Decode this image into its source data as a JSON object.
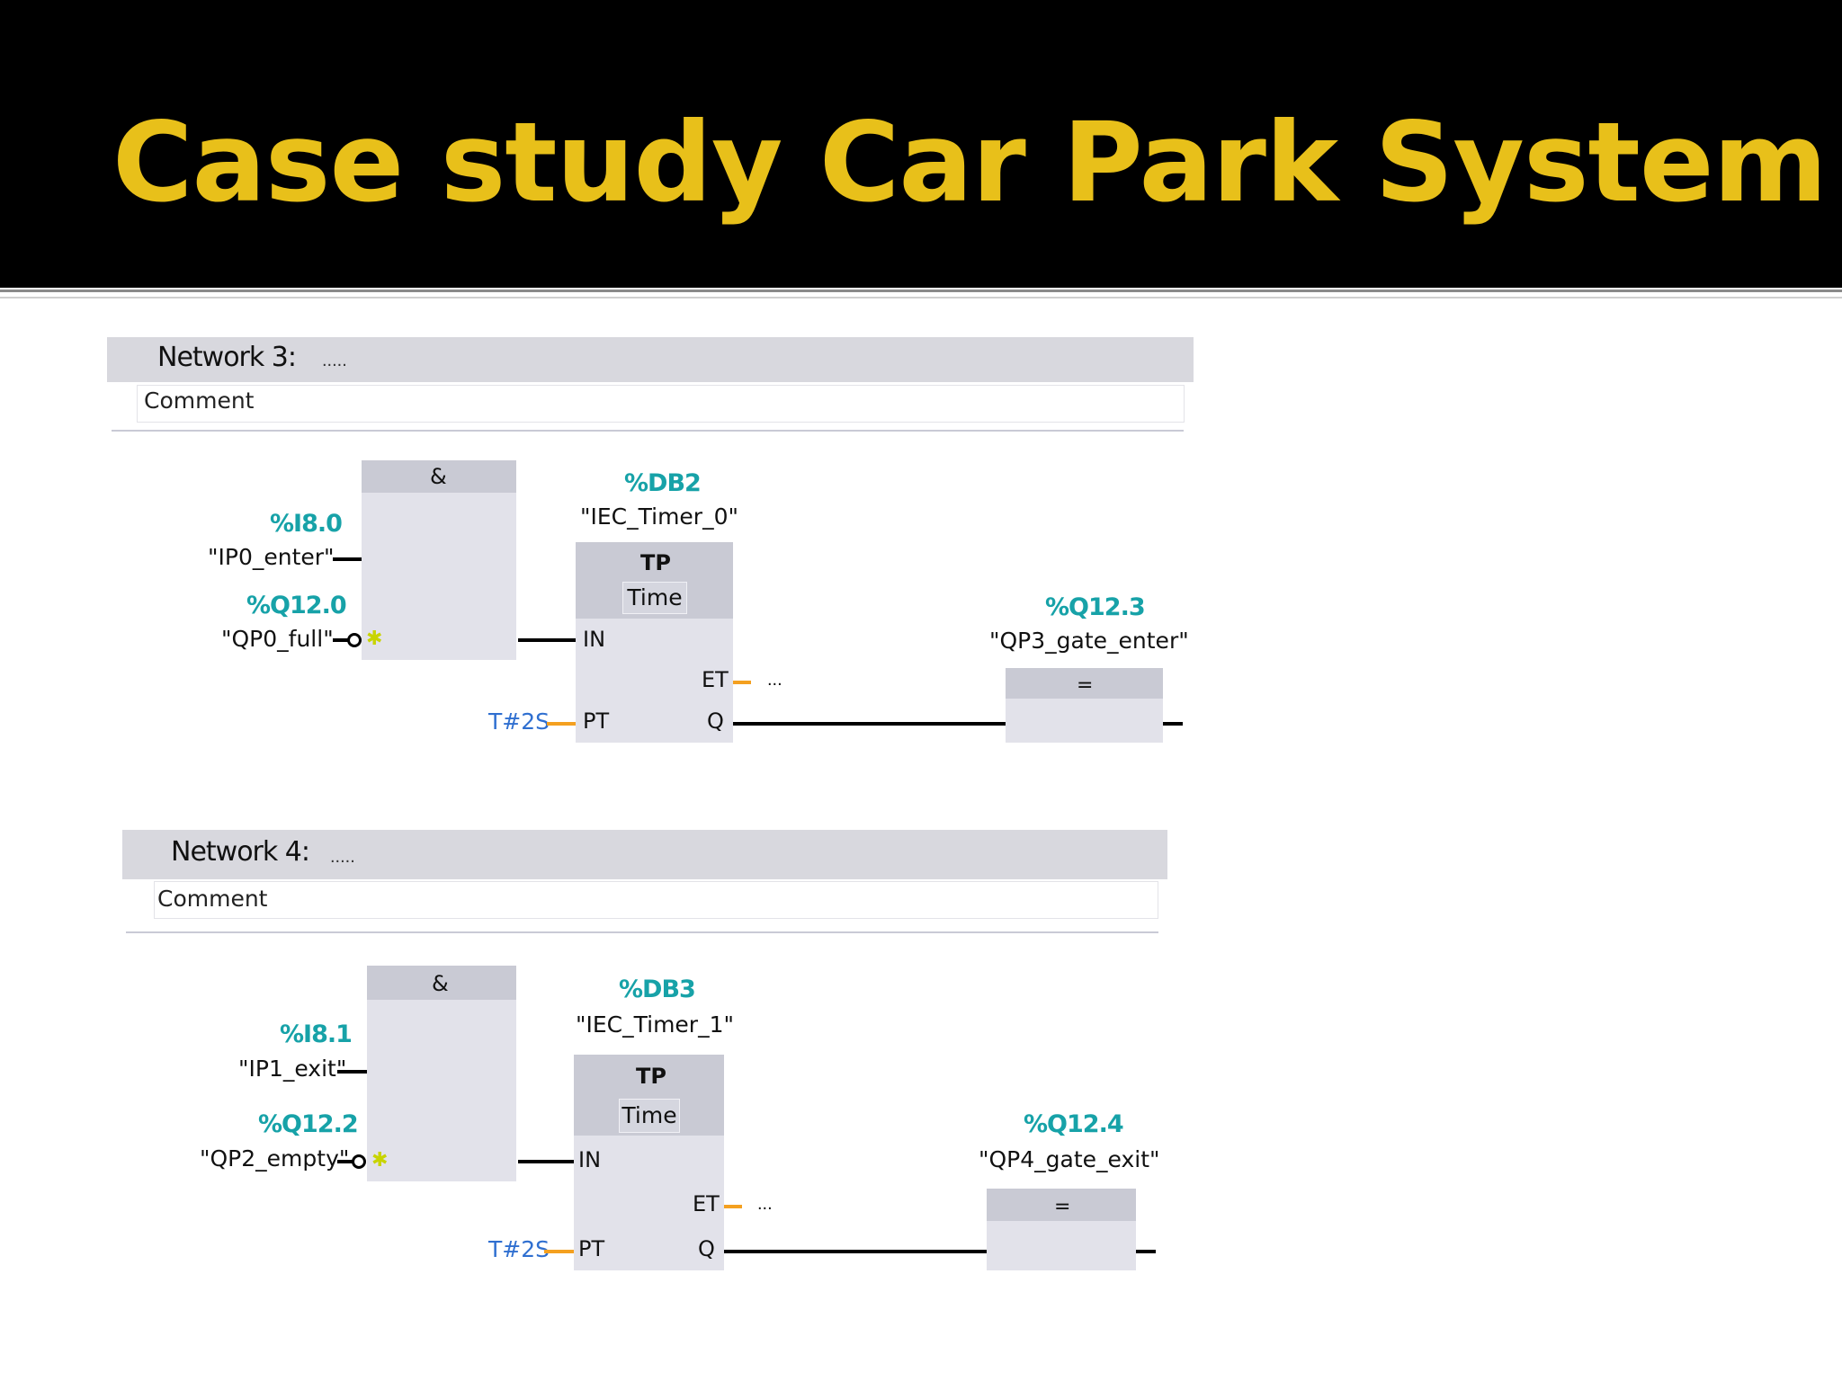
{
  "slide": {
    "title": "Case study Car Park System"
  },
  "networks": [
    {
      "title": "Network 3:",
      "dots": ".....",
      "comment": "Comment",
      "and_label": "&",
      "inputs": [
        {
          "address": "%I8.0",
          "tag": "\"IP0_enter\""
        },
        {
          "address": "%Q12.0",
          "tag": "\"QP0_full\""
        }
      ],
      "timer": {
        "db": "%DB2",
        "instance": "\"IEC_Timer_0\"",
        "type": "TP",
        "subtype": "Time",
        "pin_in": "IN",
        "pin_pt": "PT",
        "pin_et": "ET",
        "pin_q": "Q",
        "pt_value": "T#2S",
        "et_value": "..."
      },
      "coil": {
        "address": "%Q12.3",
        "tag": "\"QP3_gate_enter\"",
        "label": "="
      }
    },
    {
      "title": "Network 4:",
      "dots": ".....",
      "comment": "Comment",
      "and_label": "&",
      "inputs": [
        {
          "address": "%I8.1",
          "tag": "\"IP1_exit\""
        },
        {
          "address": "%Q12.2",
          "tag": "\"QP2_empty\""
        }
      ],
      "timer": {
        "db": "%DB3",
        "instance": "\"IEC_Timer_1\"",
        "type": "TP",
        "subtype": "Time",
        "pin_in": "IN",
        "pin_pt": "PT",
        "pin_et": "ET",
        "pin_q": "Q",
        "pt_value": "T#2S",
        "et_value": "..."
      },
      "coil": {
        "address": "%Q12.4",
        "tag": "\"QP4_gate_exit\"",
        "label": "="
      }
    }
  ],
  "colors": {
    "title": "#e8c01a",
    "address": "#17a2a8",
    "constant": "#2f6fd0",
    "orange_wire": "#f4a020"
  }
}
